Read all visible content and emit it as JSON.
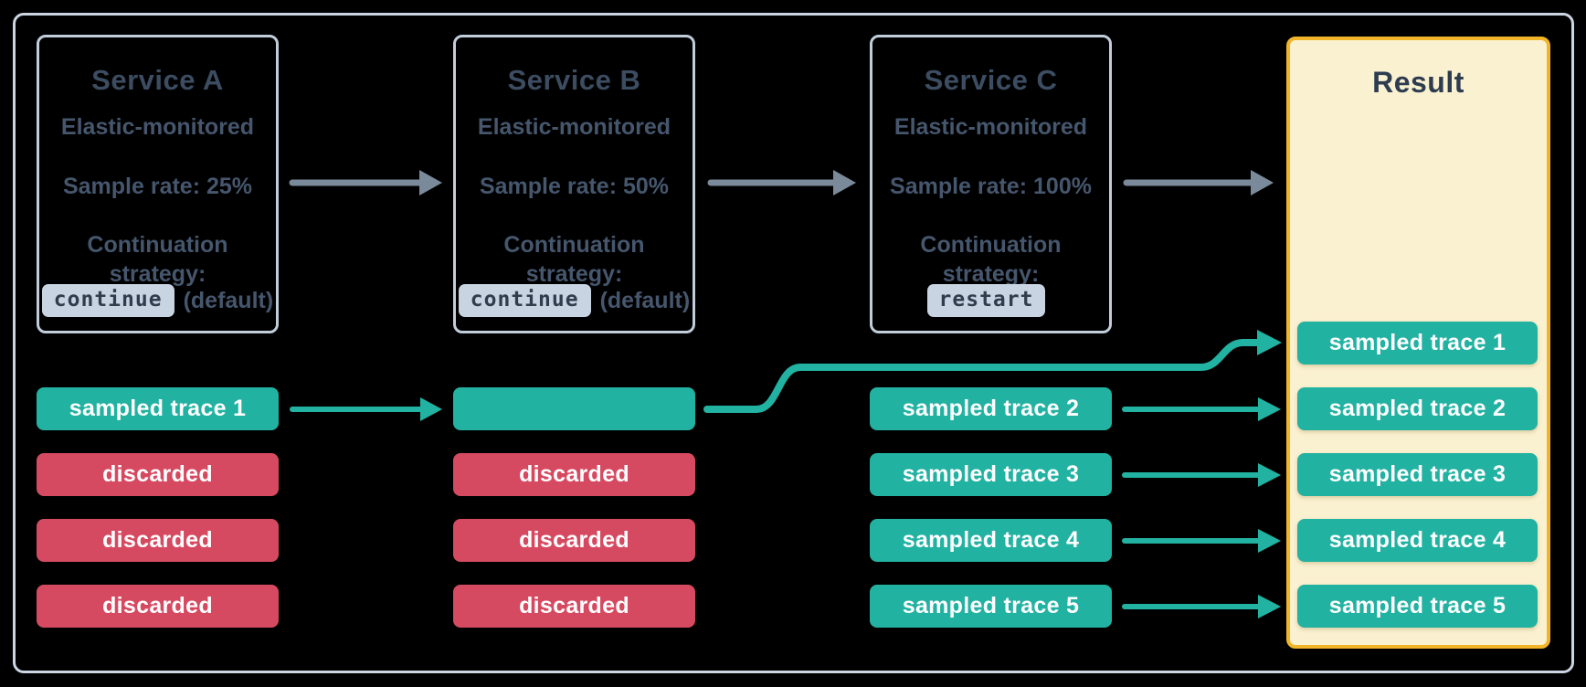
{
  "diagram": {
    "services": [
      {
        "title": "Service A",
        "monitoring": "Elastic-monitored",
        "sample_rate": "Sample rate: 25%",
        "continuation_lines": [
          "Continuation",
          "strategy:"
        ],
        "strategy_value": "continue",
        "strategy_note": "(default)"
      },
      {
        "title": "Service B",
        "monitoring": "Elastic-monitored",
        "sample_rate": "Sample rate: 50%",
        "continuation_lines": [
          "Continuation",
          "strategy:"
        ],
        "strategy_value": "continue",
        "strategy_note": "(default)"
      },
      {
        "title": "Service C",
        "monitoring": "Elastic-monitored",
        "sample_rate": "Sample rate: 100%",
        "continuation_lines": [
          "Continuation",
          "strategy:"
        ],
        "strategy_value": "restart",
        "strategy_note": ""
      }
    ],
    "lanes": {
      "service_a": [
        {
          "label": "sampled trace 1",
          "status": "sampled"
        },
        {
          "label": "discarded",
          "status": "discarded"
        },
        {
          "label": "discarded",
          "status": "discarded"
        },
        {
          "label": "discarded",
          "status": "discarded"
        }
      ],
      "service_b": [
        {
          "label": "",
          "status": "sampled"
        },
        {
          "label": "discarded",
          "status": "discarded"
        },
        {
          "label": "discarded",
          "status": "discarded"
        },
        {
          "label": "discarded",
          "status": "discarded"
        }
      ],
      "service_c": [
        {
          "label": "sampled trace 2",
          "status": "sampled"
        },
        {
          "label": "sampled trace 3",
          "status": "sampled"
        },
        {
          "label": "sampled trace 4",
          "status": "sampled"
        },
        {
          "label": "sampled trace 5",
          "status": "sampled"
        }
      ]
    },
    "result": {
      "title": "Result",
      "chips": [
        "sampled trace 1",
        "sampled trace 2",
        "sampled trace 3",
        "sampled trace 4",
        "sampled trace 5"
      ]
    },
    "colors": {
      "sampled_teal": "#22b2a2",
      "discarded_red": "#d64a61",
      "result_fill": "#faf1d0",
      "result_border": "#f2b52a",
      "arrow_gray": "#7b8a9a",
      "service_border": "#c1cddb",
      "outer_border": "#ccd6e2",
      "heading_text": "#3c4c61",
      "body_text": "#45566d",
      "pill_bg": "#c8d4e2",
      "pill_text": "#303d4d",
      "background": "#000000"
    }
  }
}
